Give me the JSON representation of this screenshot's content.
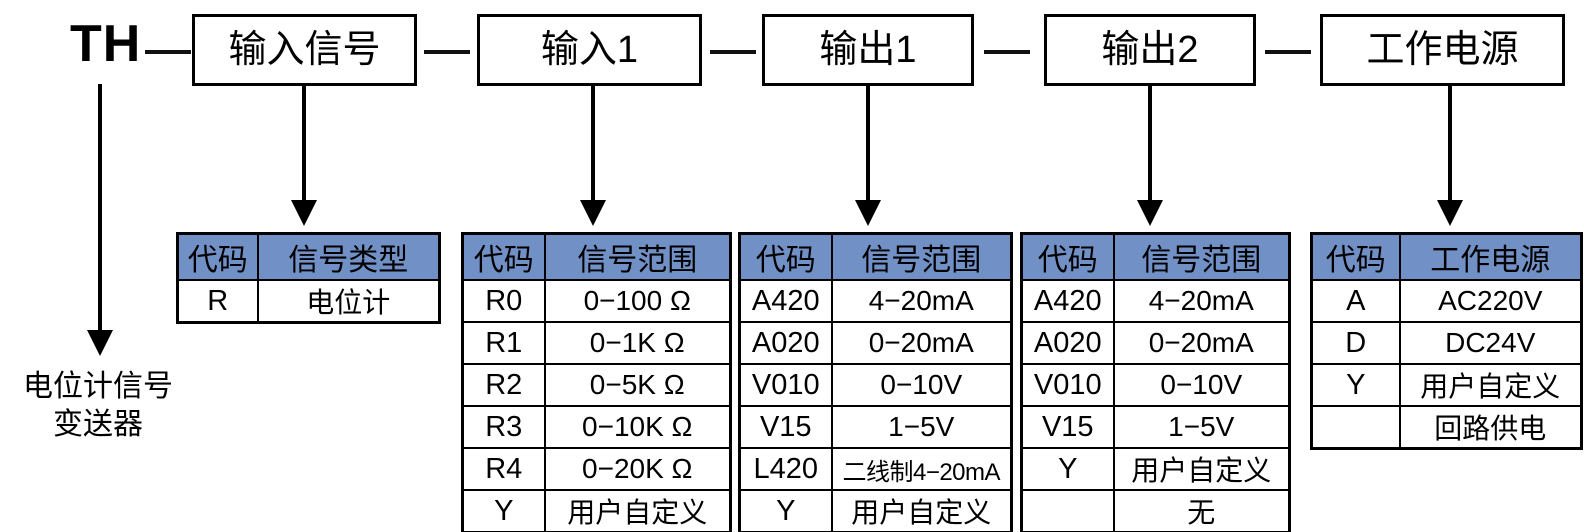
{
  "model": {
    "prefix": "TH",
    "separator": "—",
    "segments": [
      {
        "label": "输入信号"
      },
      {
        "label": "输入1"
      },
      {
        "label": "输出1"
      },
      {
        "label": "输出2"
      },
      {
        "label": "工作电源"
      }
    ]
  },
  "caption": {
    "line1": "电位计信号",
    "line2": "变送器"
  },
  "tables": [
    {
      "name": "signal-type",
      "headers": [
        "代码",
        "信号类型"
      ],
      "rows": [
        {
          "code": "R",
          "value": "电位计"
        }
      ]
    },
    {
      "name": "input1-range",
      "headers": [
        "代码",
        "信号范围"
      ],
      "rows": [
        {
          "code": "R0",
          "value": "0−100 Ω"
        },
        {
          "code": "R1",
          "value": "0−1K Ω"
        },
        {
          "code": "R2",
          "value": "0−5K Ω"
        },
        {
          "code": "R3",
          "value": "0−10K Ω"
        },
        {
          "code": "R4",
          "value": "0−20K Ω"
        },
        {
          "code": "Y",
          "value": "用户自定义"
        }
      ]
    },
    {
      "name": "output1-range",
      "headers": [
        "代码",
        "信号范围"
      ],
      "rows": [
        {
          "code": "A420",
          "value": "4−20mA"
        },
        {
          "code": "A020",
          "value": "0−20mA"
        },
        {
          "code": "V010",
          "value": "0−10V"
        },
        {
          "code": "V15",
          "value": "1−5V"
        },
        {
          "code": "L420",
          "value": "二线制4−20mA",
          "shrink": true
        },
        {
          "code": "Y",
          "value": "用户自定义"
        }
      ]
    },
    {
      "name": "output2-range",
      "headers": [
        "代码",
        "信号范围"
      ],
      "rows": [
        {
          "code": "A420",
          "value": "4−20mA"
        },
        {
          "code": "A020",
          "value": "0−20mA"
        },
        {
          "code": "V010",
          "value": "0−10V"
        },
        {
          "code": "V15",
          "value": "1−5V"
        },
        {
          "code": "Y",
          "value": "用户自定义"
        },
        {
          "code": "",
          "value": "无"
        }
      ]
    },
    {
      "name": "power-supply",
      "headers": [
        "代码",
        "工作电源"
      ],
      "rows": [
        {
          "code": "A",
          "value": "AC220V"
        },
        {
          "code": "D",
          "value": "DC24V"
        },
        {
          "code": "Y",
          "value": "用户自定义"
        },
        {
          "code": "",
          "value": "回路供电"
        }
      ]
    }
  ],
  "colors": {
    "header_blue": "#7190c6",
    "line_black": "#000000",
    "background": "#ffffff"
  }
}
